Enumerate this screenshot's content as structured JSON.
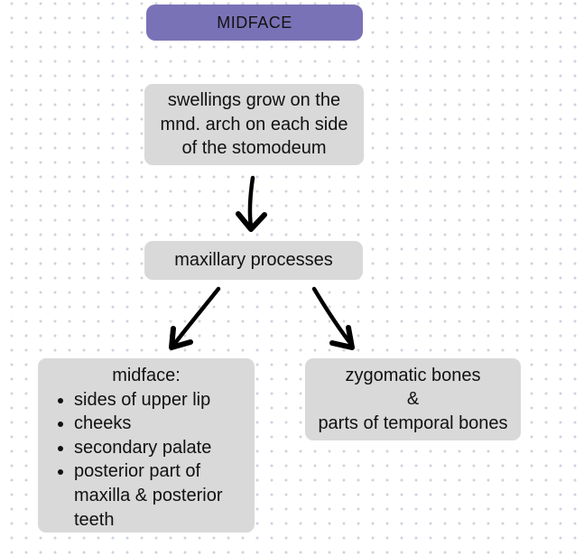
{
  "colors": {
    "title_bg": "#7a72b6",
    "node_bg": "#d9d9d9",
    "dot": "#cdd4de",
    "text": "#111111",
    "arrow": "#000000"
  },
  "flowchart": {
    "title": "MIDFACE",
    "swellings_node": {
      "text": "swellings grow on the mnd. arch on each side of the stomodeum"
    },
    "maxillary_node": {
      "text": "maxillary processes"
    },
    "midface_node": {
      "heading": "midface:",
      "bullets": [
        "sides of upper lip",
        "cheeks",
        "secondary palate",
        "posterior part of maxilla & posterior teeth"
      ]
    },
    "zygomatic_node": {
      "lines": [
        "zygomatic bones",
        "&",
        "parts of temporal bones"
      ]
    }
  }
}
